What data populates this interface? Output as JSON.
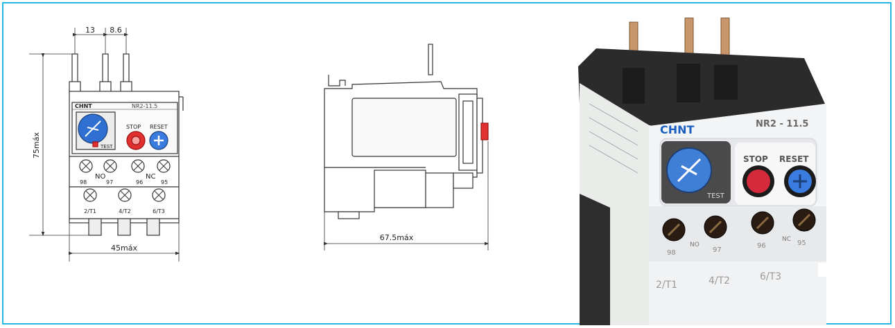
{
  "front_drawing": {
    "dims": {
      "pitch_left": "13",
      "pitch_right": "8.6",
      "height": "75máx",
      "width": "45máx"
    },
    "brand": "CHNT",
    "model": "NR2-11.5",
    "buttons": {
      "stop": "STOP",
      "reset": "RESET",
      "test": "TEST"
    },
    "contacts": {
      "no": "NO",
      "nc": "NC",
      "t98": "98",
      "t97": "97",
      "t96": "96",
      "t95": "95"
    },
    "terminals": [
      "2/T1",
      "4/T2",
      "6/T3"
    ]
  },
  "side_drawing": {
    "dims": {
      "depth": "67.5máx"
    }
  },
  "photo": {
    "brand": "CHNT",
    "model": "NR2 - 11.5",
    "buttons": {
      "stop": "STOP",
      "reset": "RESET",
      "test": "TEST"
    },
    "contacts": {
      "no": "NO",
      "nc": "NC",
      "t98": "98",
      "t97": "97",
      "t96": "96",
      "t95": "95"
    },
    "terminals": [
      "2/T1",
      "4/T2",
      "6/T3"
    ]
  },
  "colors": {
    "frame": "#29b5e3",
    "dial_blue": "#2f6fd1",
    "stop_red": "#d42a3c",
    "reset_blue": "#3a7be0",
    "housing_dark": "#2b2b2b"
  }
}
